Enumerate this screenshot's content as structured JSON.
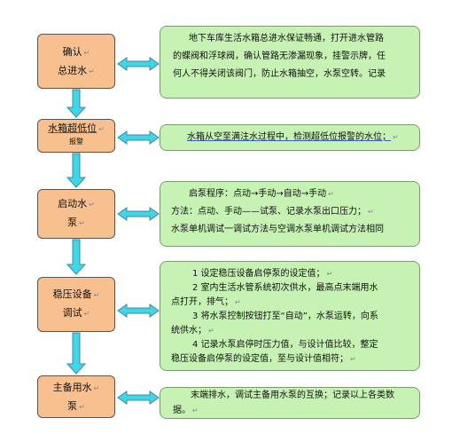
{
  "steps": [
    {
      "line1": "确认",
      "line2": "总进水",
      "note_lines": [
        "地下车库生活水箱总进水保证畅通，打开进水管路",
        "的蝶阀和浮球阀，确认管路无渗漏现象，挂警示牌，任",
        "何人不得关闭该阀门，防止水箱抽空，水泵空转。记录"
      ]
    },
    {
      "line1": "水箱超低位",
      "line2": "报警",
      "note_lines": [
        "水箱从空至满注水过程中，检测超低位报警的水位；"
      ]
    },
    {
      "line1": "启动水",
      "line2": "泵",
      "note_lines": [
        "启泵程序：点动→手动→自动→手动",
        "方法：点动、手动——试泵、记录水泵出口压力；",
        "水泵单机调试一调试方法与空调水泵单机调试方法相同"
      ]
    },
    {
      "line1": "稳压设备",
      "line2": "调试",
      "note_lines": [
        "1   设定稳压设备启停泵的设定值；",
        "2   室内生活水管系统初次供水，最高点末端用水",
        "点打开，排气；",
        "3   将水泵控制按钮打至“自动”，水泵运转，向系",
        "统供水；",
        "4   记录水泵启停时压力值，与设计值比较，整定",
        "稳压设备启停泵的设定值，至与设计值相符；"
      ]
    },
    {
      "line1": "主备用水",
      "line2": "泵",
      "note_lines": [
        "末端排水，调试主备用水泵的互换；记录以上各类数",
        "据。"
      ]
    }
  ],
  "colors": {
    "step_fill": "#f9c08f",
    "note_fill": "#c6f2b4",
    "arrow_fill": "#3fd6e6",
    "arrow_stroke": "#3b8aa0"
  }
}
